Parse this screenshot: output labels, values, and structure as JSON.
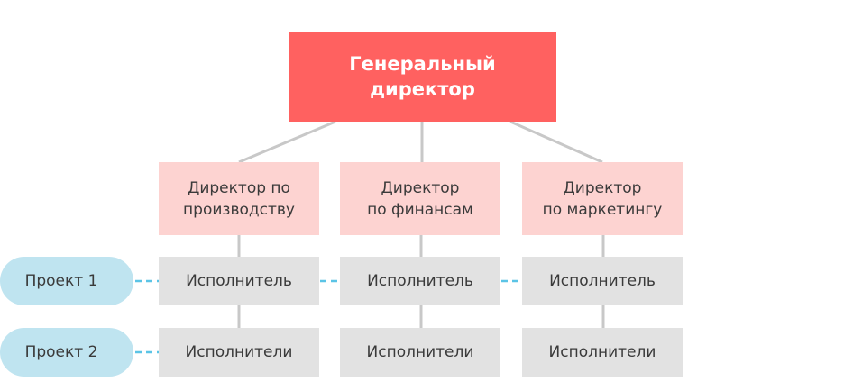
{
  "ceo": {
    "label": "Генеральный\nдиректор"
  },
  "directors": [
    {
      "label": "Директор по\nпроизводству"
    },
    {
      "label": "Директор\nпо финансам"
    },
    {
      "label": "Директор\nпо маркетингу"
    }
  ],
  "projects": [
    {
      "label": "Проект 1",
      "cell_label": "Исполнитель"
    },
    {
      "label": "Проект 2",
      "cell_label": "Исполнители"
    }
  ],
  "colors": {
    "ceo": "#ff6160",
    "director": "#fdd3d1",
    "cell": "#e2e2e2",
    "project": "#bfe4f0",
    "dashed_link": "#5bc4e6",
    "connector": "#c8c8c8"
  }
}
